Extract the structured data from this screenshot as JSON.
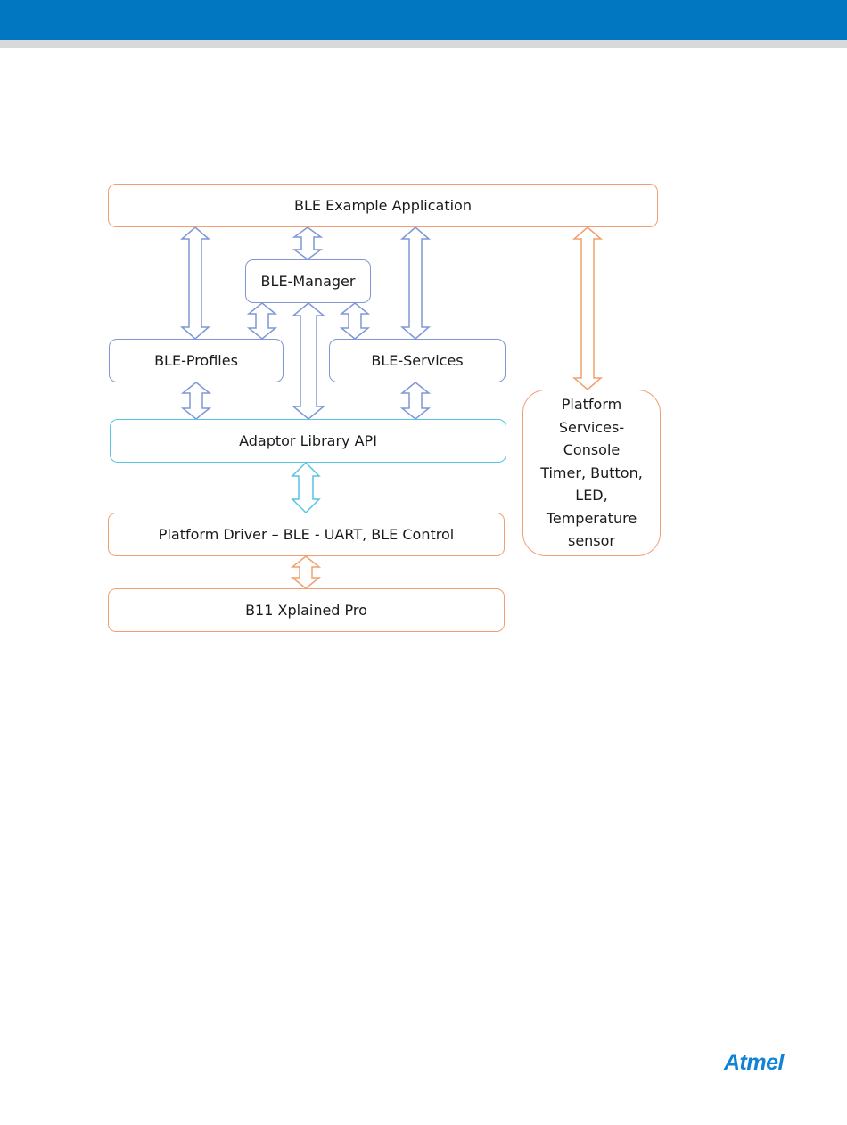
{
  "header": {
    "bar_color": "#0077c0",
    "rule_color": "#d9d9d9"
  },
  "diagram": {
    "colors": {
      "platform_orange": "#f0a070",
      "ble_blue": "#7f97d6",
      "adaptor_cyan": "#56c4e6"
    },
    "boxes": {
      "app": "BLE Example Application",
      "manager": "BLE-Manager",
      "profiles": "BLE-Profiles",
      "services": "BLE-Services",
      "adaptor": "Adaptor Library API",
      "driver": "Platform Driver – BLE - UART, BLE Control",
      "board": "B11 Xplained Pro",
      "platform_services": [
        "Platform",
        "Services-",
        "Console",
        "Timer, Button,",
        "LED,",
        "Temperature",
        "sensor"
      ]
    },
    "connections": [
      {
        "from": "app",
        "to": "profiles",
        "type": "bidirectional"
      },
      {
        "from": "app",
        "to": "manager",
        "type": "bidirectional"
      },
      {
        "from": "app",
        "to": "services",
        "type": "bidirectional"
      },
      {
        "from": "app",
        "to": "platform_services",
        "type": "bidirectional"
      },
      {
        "from": "manager",
        "to": "profiles",
        "type": "bidirectional"
      },
      {
        "from": "manager",
        "to": "adaptor",
        "type": "bidirectional"
      },
      {
        "from": "manager",
        "to": "services",
        "type": "bidirectional"
      },
      {
        "from": "profiles",
        "to": "adaptor",
        "type": "bidirectional"
      },
      {
        "from": "services",
        "to": "adaptor",
        "type": "bidirectional"
      },
      {
        "from": "adaptor",
        "to": "driver",
        "type": "bidirectional"
      },
      {
        "from": "driver",
        "to": "board",
        "type": "bidirectional"
      }
    ]
  },
  "footer": {
    "logo_text": "Atmel"
  }
}
